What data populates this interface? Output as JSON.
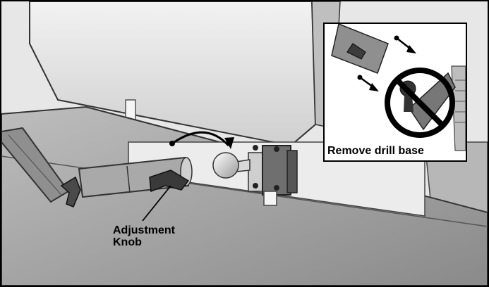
{
  "labels": {
    "adjustment_knob_line1": "Adjustment",
    "adjustment_knob_line2": "Knob",
    "inset_caption": "Remove drill base"
  },
  "icons": {
    "curved_arrow": "curved-arrow-icon",
    "prohibited": "no-symbol-icon",
    "removal_arrows": "arrow-icon"
  }
}
